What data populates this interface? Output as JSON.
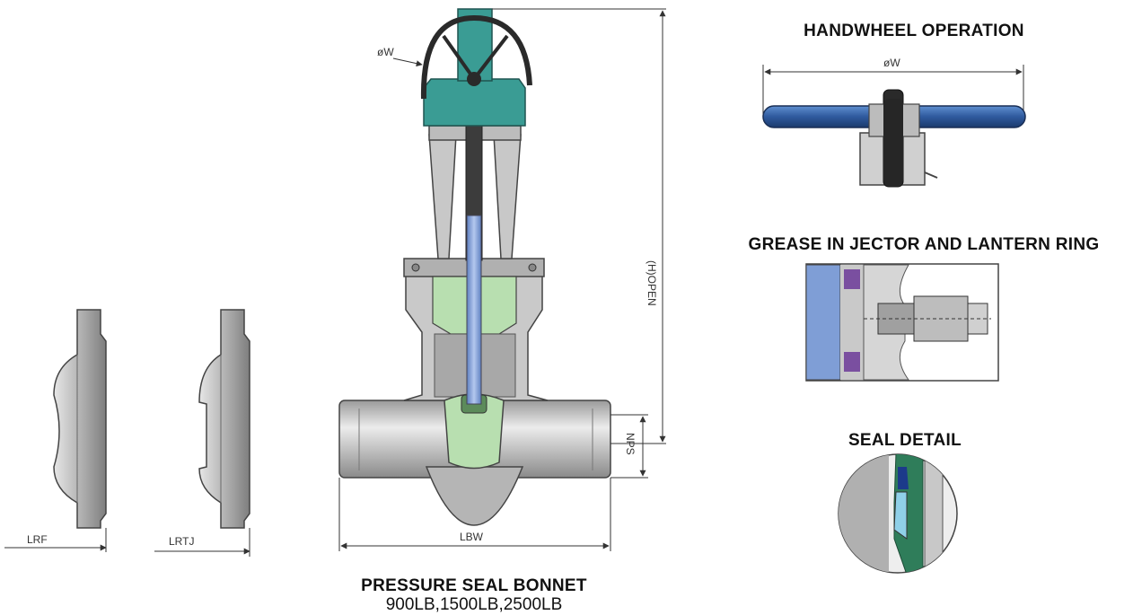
{
  "labels": {
    "handwheel_title": "HANDWHEEL OPERATION",
    "grease_title": "GREASE IN JECTOR AND LANTERN RING",
    "seal_title": "SEAL DETAIL",
    "main_title": "PRESSURE SEAL BONNET",
    "main_subtitle": "900LB,1500LB,2500LB",
    "dim_w_main": "øW",
    "dim_w_handwheel": "øW",
    "dim_h_open": "(H)OPEN",
    "dim_nps": "NPS",
    "dim_lbw": "LBW",
    "dim_lrf": "LRF",
    "dim_lrtj": "LRTJ"
  },
  "colors": {
    "body_gray": "#b9b9b9",
    "body_light": "#d8d8d8",
    "teal_actuator": "#3a9c94",
    "stem_blue": "#7f9ed6",
    "wedge_green": "#b8dfb0",
    "handwheel_blue": "#2f5a9e",
    "dark": "#333333",
    "purple_packing": "#7a4fa0"
  }
}
